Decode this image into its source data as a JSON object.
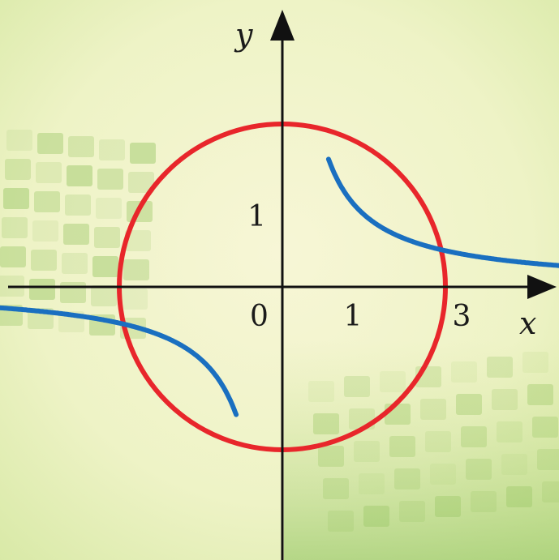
{
  "diagram": {
    "x_axis_label": "x",
    "y_axis_label": "y",
    "origin_label": "0",
    "x_tick_labels": [
      {
        "value": 1,
        "text": "1"
      },
      {
        "value": 3,
        "text": "3"
      }
    ],
    "y_tick_labels": [
      {
        "value": 1,
        "text": "1"
      }
    ],
    "circle": {
      "center": [
        0,
        0
      ],
      "radius": 3,
      "color": "#e8262b"
    },
    "hyperbola": {
      "k": 2,
      "color": "#1a6fc0"
    },
    "axis_color": "#111111"
  },
  "background": {
    "base_color": "#eef3c8",
    "pattern_color": "#8fc05a"
  }
}
